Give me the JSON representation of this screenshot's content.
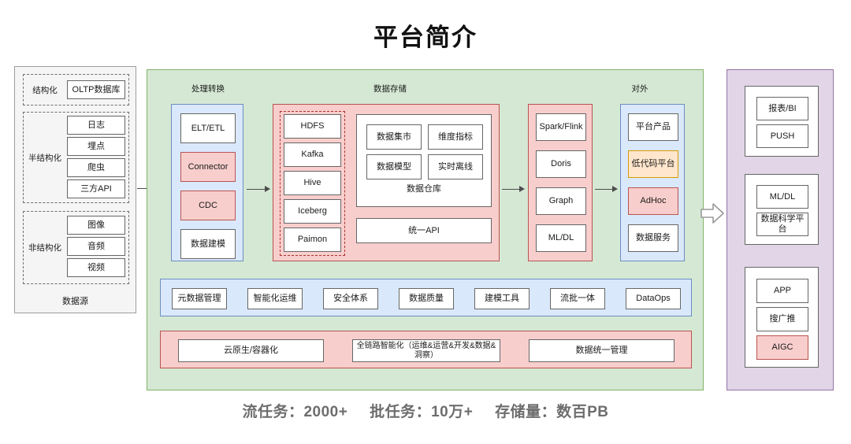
{
  "title": "平台简介",
  "colors": {
    "green_panel": "#d5e8d4",
    "green_border": "#82b366",
    "blue_fill": "#dae8fc",
    "blue_border": "#6c8ebf",
    "pink_fill": "#f8cecc",
    "pink_border": "#b85450",
    "orange_fill": "#ffe6cc",
    "orange_border": "#d79b00",
    "purple_fill": "#e1d5e7",
    "purple_border": "#9673a6",
    "gray_fill": "#f5f5f5"
  },
  "source_panel": {
    "caption": "数据源",
    "groups": [
      {
        "label": "结构化",
        "items": [
          "OLTP数据库"
        ]
      },
      {
        "label": "半结构化",
        "items": [
          "日志",
          "埋点",
          "爬虫",
          "三方API"
        ]
      },
      {
        "label": "非结构化",
        "items": [
          "图像",
          "音频",
          "视频"
        ]
      }
    ]
  },
  "platform": {
    "section_labels": [
      "处理转换",
      "数据存储",
      "对外"
    ],
    "process_column": {
      "items": [
        {
          "label": "ELT/ETL",
          "style": "plain"
        },
        {
          "label": "Connector",
          "style": "pink"
        },
        {
          "label": "CDC",
          "style": "pink"
        },
        {
          "label": "数据建模",
          "style": "plain"
        }
      ]
    },
    "storage_column": {
      "engines": [
        "HDFS",
        "Kafka",
        "Hive",
        "Iceberg",
        "Paimon"
      ],
      "warehouse": {
        "caption": "数据仓库",
        "cells": [
          "数据集市",
          "维度指标",
          "数据模型",
          "实时离线"
        ]
      },
      "unified_api": "统一API"
    },
    "compute_column": {
      "items": [
        "Spark/Flink",
        "Doris",
        "Graph",
        "ML/DL"
      ]
    },
    "external_column": {
      "items": [
        {
          "label": "平台产品",
          "style": "plain"
        },
        {
          "label": "低代码平台",
          "style": "orange"
        },
        {
          "label": "AdHoc",
          "style": "pink"
        },
        {
          "label": "数据服务",
          "style": "plain"
        }
      ]
    },
    "capability_band": [
      "元数据管理",
      "智能化运维",
      "安全体系",
      "数据质量",
      "建模工具",
      "流批一体",
      "DataOps"
    ],
    "foundation_band": [
      "云原生/容器化",
      "全链路智能化（运维&运营&开发&数据&洞察）",
      "数据统一管理"
    ]
  },
  "consumer_panel": {
    "groups": [
      {
        "items": [
          {
            "label": "报表/BI",
            "style": "plain"
          },
          {
            "label": "PUSH",
            "style": "plain"
          }
        ]
      },
      {
        "items": [
          {
            "label": "ML/DL",
            "style": "plain"
          },
          {
            "label": "数据科学平台",
            "style": "plain"
          }
        ]
      },
      {
        "items": [
          {
            "label": "APP",
            "style": "plain"
          },
          {
            "label": "搜广推",
            "style": "plain"
          },
          {
            "label": "AIGC",
            "style": "pink"
          }
        ]
      }
    ]
  },
  "footer": {
    "stats": [
      "流任务：2000+",
      "批任务：10万+",
      "存储量：数百PB"
    ]
  }
}
